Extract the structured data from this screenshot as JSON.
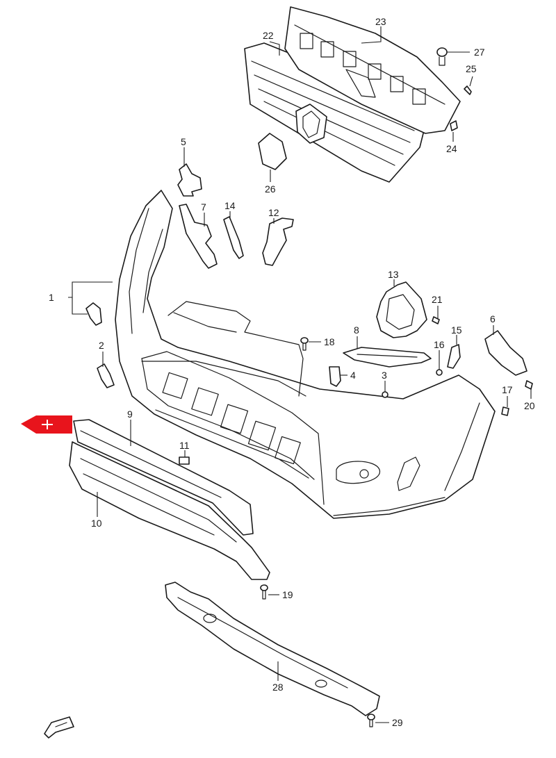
{
  "diagram": {
    "callouts": [
      "1",
      "2",
      "3",
      "4",
      "5",
      "6",
      "7",
      "8",
      "9",
      "10",
      "11",
      "12",
      "13",
      "14",
      "15",
      "16",
      "17",
      "18",
      "19",
      "20",
      "21",
      "22",
      "23",
      "24",
      "25",
      "26",
      "27",
      "28",
      "29"
    ],
    "front_marker_color": "#e8141c",
    "front_marker_icon": "front-direction-arrow",
    "fwd_icon": "fwd-arrow-icon"
  }
}
